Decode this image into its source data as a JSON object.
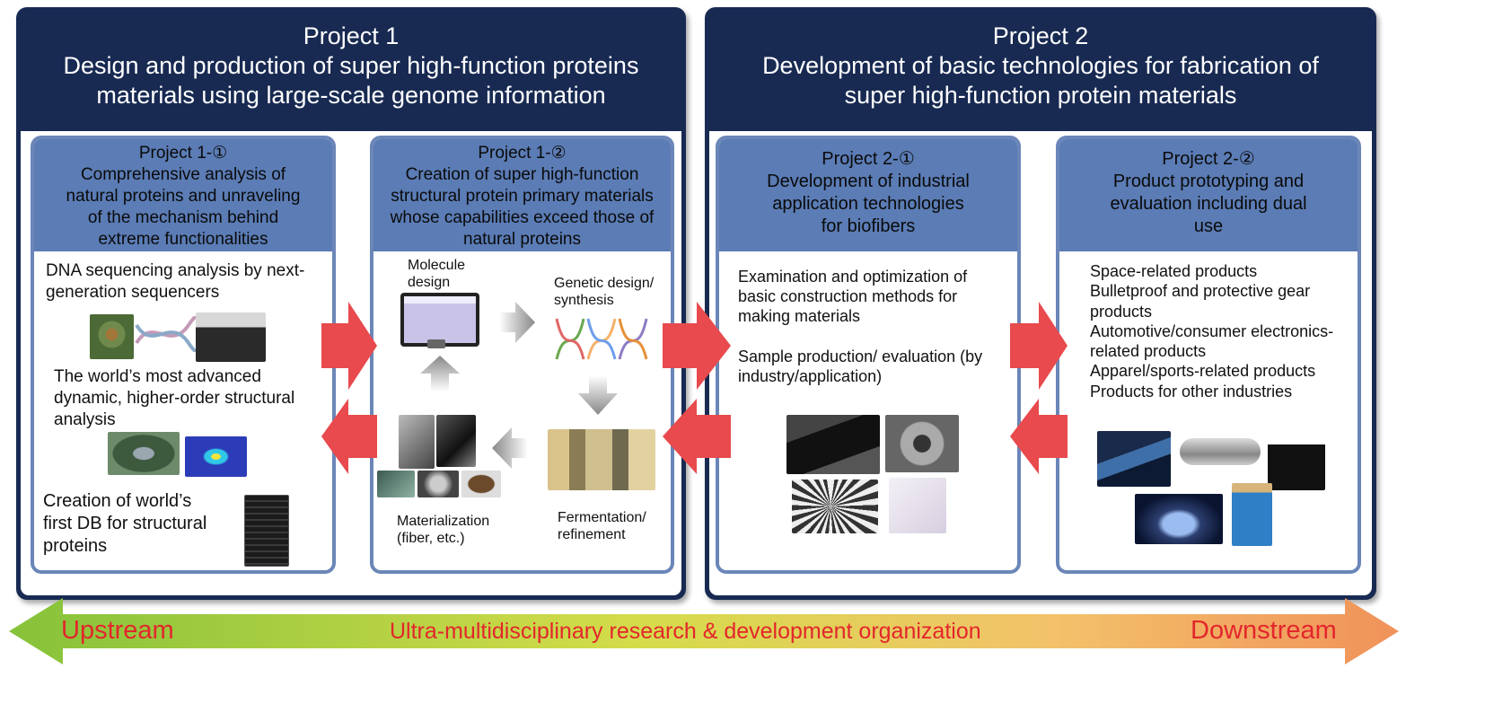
{
  "project1": {
    "title_line1": "Project 1",
    "title_line2": "Design and production of super high-function proteins",
    "title_line3": "materials using large-scale genome information",
    "sub1": {
      "heading_line1": "Project 1-①",
      "heading_line2": "Comprehensive analysis of",
      "heading_line3": "natural proteins and unraveling",
      "heading_line4": "of the mechanism behind",
      "heading_line5": "extreme functionalities",
      "item1_line1": "DNA sequencing analysis by next-",
      "item1_line2": "generation sequencers",
      "item2_line1": "The world’s most advanced",
      "item2_line2": "dynamic,  higher-order structural",
      "item2_line3": "analysis",
      "item3_line1": "Creation of world’s",
      "item3_line2": "first  DB for structural",
      "item3_line3": "proteins"
    },
    "sub2": {
      "heading_line1": "Project 1-②",
      "heading_line2": "Creation of super high-function",
      "heading_line3": "structural protein primary materials",
      "heading_line4": "whose capabilities exceed those of",
      "heading_line5": "natural proteins",
      "step_molecule_line1": "Molecule",
      "step_molecule_line2": "design",
      "step_genetic_line1": "Genetic design/",
      "step_genetic_line2": "synthesis",
      "step_fermentation_line1": "Fermentation/",
      "step_fermentation_line2": "refinement",
      "step_material_line1": "Materialization",
      "step_material_line2": "(fiber, etc.)"
    }
  },
  "project2": {
    "title_line1": "Project 2",
    "title_line2": "Development of basic technologies for fabrication of",
    "title_line3": "super high-function protein materials",
    "sub1": {
      "heading_line1": "Project 2-①",
      "heading_line2": "Development of industrial",
      "heading_line3": "application technologies",
      "heading_line4": "for biofibers",
      "item1_line1": "Examination and optimization of",
      "item1_line2": "basic construction methods for",
      "item1_line3": "making materials",
      "item2_line1": "Sample production/ evaluation (by",
      "item2_line2": "industry/application)"
    },
    "sub2": {
      "heading_line1": "Project 2-②",
      "heading_line2": "Product prototyping and",
      "heading_line3": "evaluation including dual",
      "heading_line4": "use",
      "products": [
        "Space-related products",
        "Bulletproof and protective gear",
        "products",
        "Automotive/consumer electronics-",
        "related products",
        "Apparel/sports-related products",
        "Products for other industries"
      ]
    }
  },
  "bottom_bar": {
    "left_label": "Upstream",
    "center_label": "Ultra-multidisciplinary research & development organization",
    "right_label": "Downstream"
  },
  "colors": {
    "navy": "#182a52",
    "sub_header_blue": "#5b7cb5",
    "sub_border": "#6b86b8",
    "red_arrow": "#e84a4d",
    "gradient_left": "#86c23a",
    "gradient_mid": "#c7d83c",
    "gradient_right": "#f0925a",
    "label_red": "#e3262c"
  }
}
